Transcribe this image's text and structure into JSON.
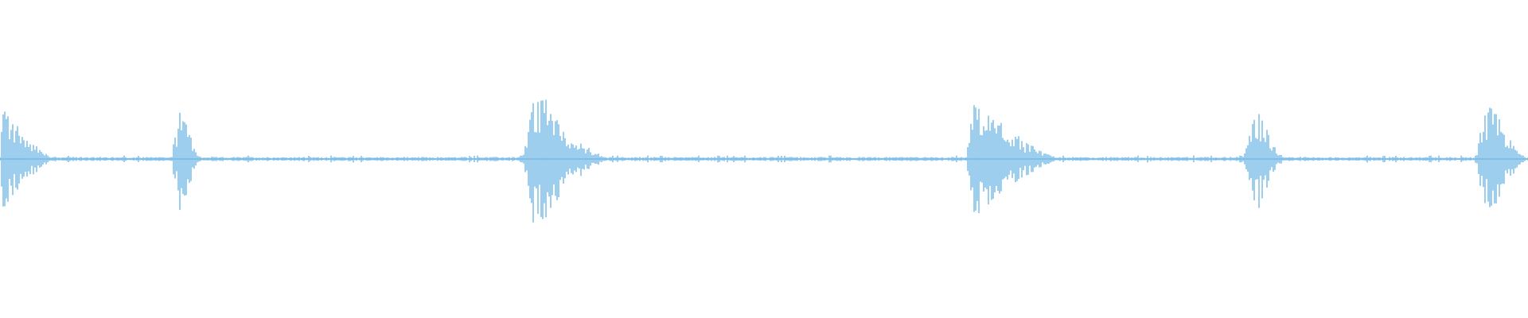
{
  "waveform": {
    "color": "#5dade2",
    "background": "#ffffff",
    "amplitude_max": 1.0,
    "noise_floor": 0.02,
    "bursts": [
      {
        "start": 0.0,
        "peak": 0.002,
        "end": 0.04,
        "amplitude": 0.74
      },
      {
        "start": 0.112,
        "peak": 0.118,
        "end": 0.134,
        "amplitude": 0.8
      },
      {
        "start": 0.342,
        "peak": 0.35,
        "end": 0.402,
        "amplitude": 0.98
      },
      {
        "start": 0.632,
        "peak": 0.638,
        "end": 0.7,
        "amplitude": 0.82
      },
      {
        "start": 0.813,
        "peak": 0.822,
        "end": 0.844,
        "amplitude": 0.75
      },
      {
        "start": 0.965,
        "peak": 0.975,
        "end": 1.0,
        "amplitude": 0.92
      }
    ]
  }
}
